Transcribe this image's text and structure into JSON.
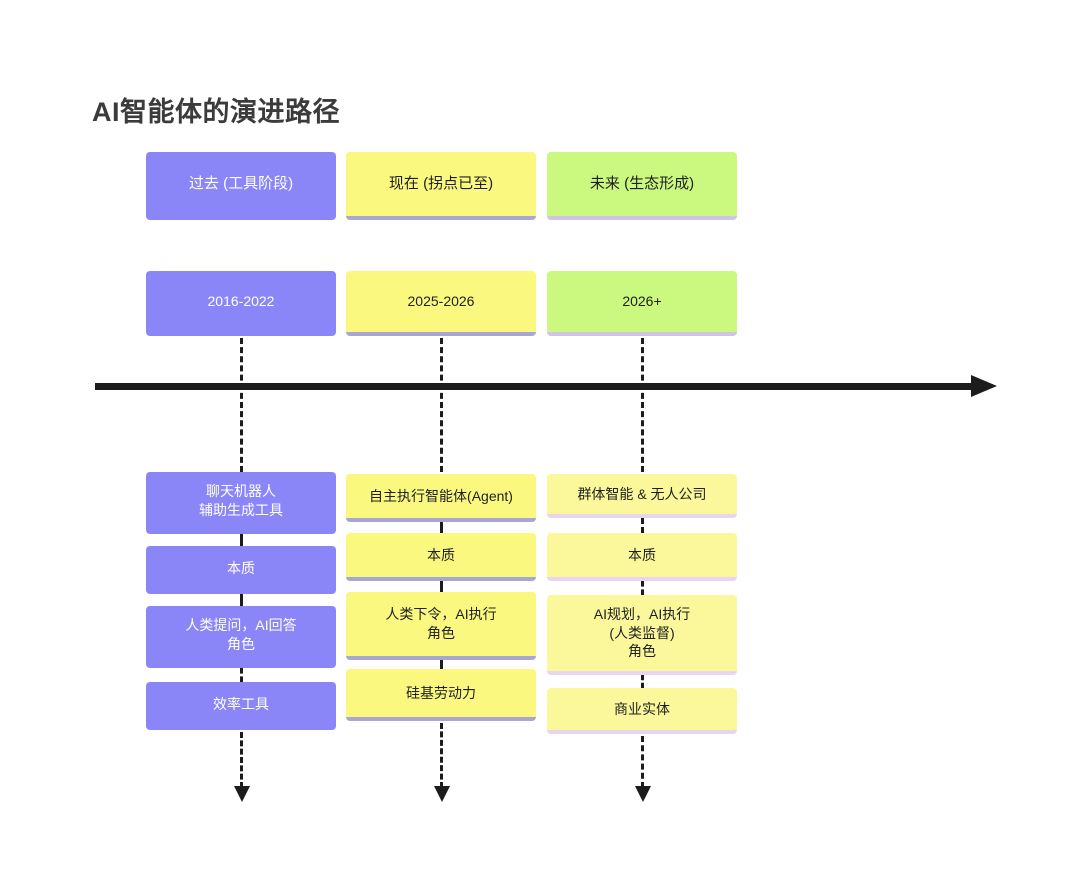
{
  "page": {
    "title": "AI智能体的演进路径",
    "background": "#ffffff",
    "title_color": "#3b3b3b"
  },
  "palette": {
    "purple": "#8b86f8",
    "yellow": "#faf87f",
    "green": "#cbf87f",
    "yellow_light": "#faf89a",
    "axis": "#1c1c1c",
    "border_lavender": "#cfc3e8",
    "border_periwinkle": "#a8a7d4"
  },
  "timeline": {
    "axis_name": "evolution-timeline-arrow",
    "direction": "left-to-right"
  },
  "columns": [
    {
      "key": "past",
      "phase_label": "过去 (工具阶段)",
      "date_label": "2016-2022",
      "color": "purple",
      "items": [
        "聊天机器人\n辅助生成工具",
        "本质",
        "人类提问，AI回答\n角色",
        "效率工具"
      ]
    },
    {
      "key": "present",
      "phase_label": "现在 (拐点已至)",
      "date_label": "2025-2026",
      "color": "yellow",
      "items": [
        "自主执行智能体(Agent)",
        "本质",
        "人类下令，AI执行\n角色",
        "硅基劳动力"
      ]
    },
    {
      "key": "future",
      "phase_label": "未来 (生态形成)",
      "date_label": "2026+",
      "color": "green",
      "items": [
        "群体智能 & 无人公司",
        "本质",
        "AI规划，AI执行\n(人类监督)\n角色",
        "商业实体"
      ]
    }
  ]
}
